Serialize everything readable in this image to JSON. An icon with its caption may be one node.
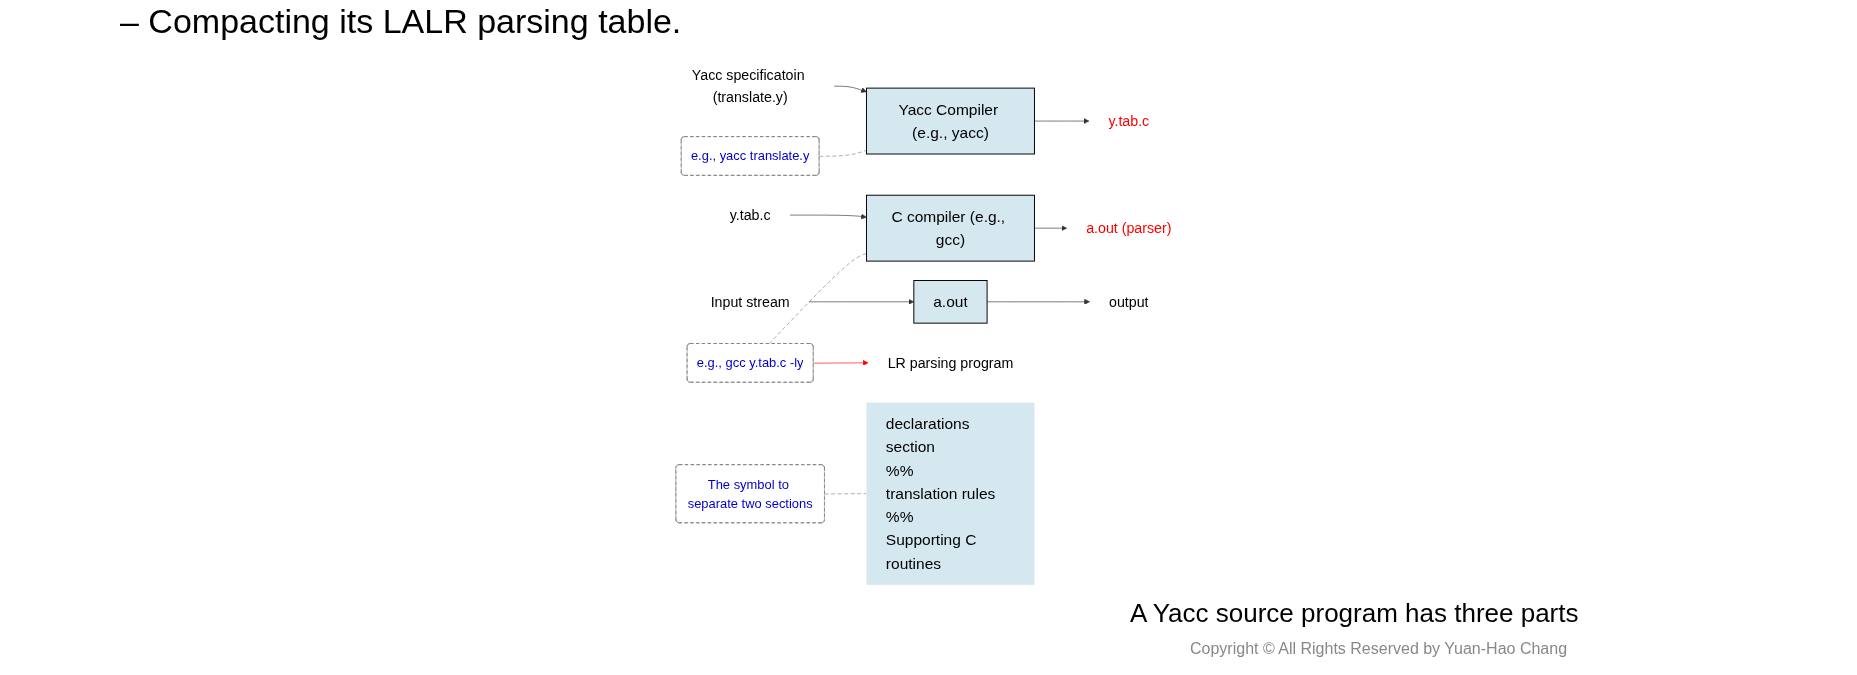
{
  "diagram": {
    "title": "– Compacting its LALR parsing table.",
    "caption": "A Yacc source program has three parts",
    "nodes": [
      {
        "text": [
          "Yacc specificatoin (translate.y)"
        ]
      },
      {
        "text": [
          "Yacc Compiler (e.g., yacc)"
        ]
      },
      {
        "text": [
          "y.tab.c"
        ]
      },
      {
        "text": [
          "y.tab.c"
        ]
      },
      {
        "text": [
          "C compiler (e.g., gcc)"
        ]
      },
      {
        "text": [
          "a.out (parser)"
        ]
      },
      {
        "text": [
          "Input stream"
        ]
      },
      {
        "text": [
          "a.out"
        ]
      },
      {
        "text": [
          "output"
        ]
      },
      {
        "text": [
          "e.g., yacc translate.y"
        ]
      },
      {
        "text": [
          "e.g., gcc y.tab.c -ly"
        ]
      },
      {
        "text": [
          "LR parsing program"
        ]
      },
      {
        "text": [
          "The symbol to separate two sections"
        ]
      },
      {
        "text": [
          "declarations section",
          "%%",
          "translation rules",
          "%%",
          "Supporting C routines"
        ]
      }
    ],
    "edges": [
      {
        "from": 0,
        "to": 1,
        "arrow": "to"
      },
      {
        "from": 1,
        "to": 2,
        "arrow": "to"
      },
      {
        "from": 3,
        "to": 4,
        "arrow": "to"
      },
      {
        "from": 4,
        "to": 5,
        "arrow": "to"
      },
      {
        "from": 6,
        "to": 7,
        "arrow": "to"
      },
      {
        "from": 7,
        "to": 8,
        "arrow": "to"
      },
      {
        "from": 9,
        "to": 1,
        "arrow": "none",
        "style": "dashed",
        "color": "#808080"
      },
      {
        "from": 10,
        "to": 4,
        "arrow": "none",
        "style": "dashed",
        "color": "#808080"
      },
      {
        "from": 10,
        "to": 11,
        "arrow": "to",
        "color": "#ff0000"
      },
      {
        "from": 12,
        "to": 13,
        "arrow": "none",
        "style": "dashed",
        "color": "#808080"
      }
    ],
    "labels": [
      "Copyright © All Rights Reserved by Yuan-Hao Chang"
    ]
  }
}
